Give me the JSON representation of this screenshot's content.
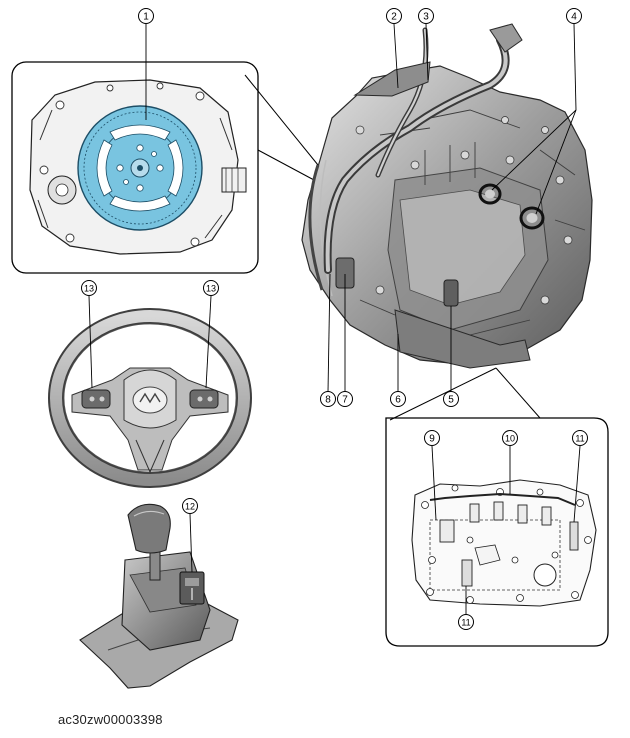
{
  "callouts": {
    "c1": "1",
    "c2": "2",
    "c3": "3",
    "c4": "4",
    "c5": "5",
    "c6": "6",
    "c7": "7",
    "c8": "8",
    "c9": "9",
    "c10": "10",
    "c11a": "11",
    "c11b": "11",
    "c12": "12",
    "c13a": "13",
    "c13b": "13"
  },
  "figure_id": "ac30zw00003398",
  "colors": {
    "flexplate": "#79c4e0",
    "gray_dark": "#6b6b6b",
    "gray_mid": "#9a9a9a",
    "gray_light": "#cfcfcf"
  }
}
